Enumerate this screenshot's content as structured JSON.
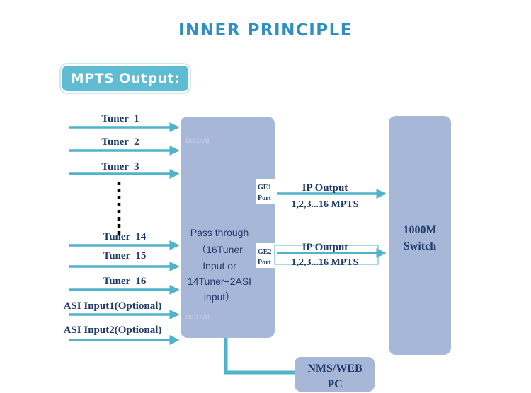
{
  "header": {
    "title": "INNER PRINCIPLE"
  },
  "section": {
    "label": "MPTS Output:"
  },
  "inputs": [
    {
      "label": "Tuner  1"
    },
    {
      "label": "Tuner  2"
    },
    {
      "label": "Tuner  3"
    },
    {
      "label": "Tuner  14"
    },
    {
      "label": "Tuner  15"
    },
    {
      "label": "Tuner  16"
    },
    {
      "label": "ASI Input1(Optional)"
    },
    {
      "label": "ASI Input2(Optional)"
    }
  ],
  "processor": {
    "lines": [
      "Pass through",
      "（16Tuner",
      "Input or",
      "14Tuner+2ASI",
      "input）"
    ],
    "watermark": "DIBOVB"
  },
  "ports": [
    {
      "name": "GE1",
      "sub": "Port",
      "output_title": "IP Output",
      "output_detail": "1,2,3...16 MPTS"
    },
    {
      "name": "GE2",
      "sub": "Port",
      "output_title": "IP Output",
      "output_detail": "1,2,3...16 MPTS"
    }
  ],
  "switch": {
    "line1": "1000M",
    "line2": "Switch"
  },
  "nms": {
    "line1": "NMS/WEB",
    "line2": "PC"
  },
  "colors": {
    "title": "#2f8fc3",
    "badge": "#5fbcd3",
    "arrow": "#4fb3cb",
    "box": "#a7b7d8",
    "text": "#1f3a6b"
  }
}
